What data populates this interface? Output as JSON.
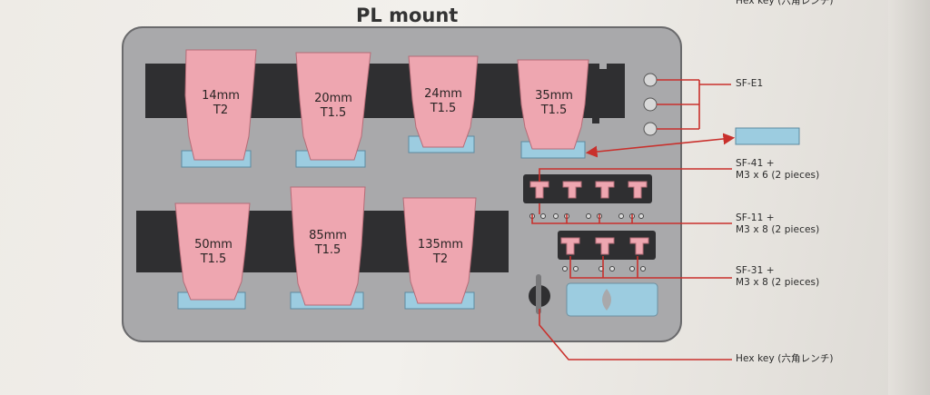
{
  "title": "PL mount",
  "top_right_label": "Hex key (六角レンチ)",
  "lenses_top": [
    {
      "focal": "14mm",
      "aperture": "T2"
    },
    {
      "focal": "20mm",
      "aperture": "T1.5"
    },
    {
      "focal": "24mm",
      "aperture": "T1.5"
    },
    {
      "focal": "35mm",
      "aperture": "T1.5"
    }
  ],
  "lenses_bottom": [
    {
      "focal": "50mm",
      "aperture": "T1.5"
    },
    {
      "focal": "85mm",
      "aperture": "T1.5"
    },
    {
      "focal": "135mm",
      "aperture": "T2"
    }
  ],
  "labels": {
    "sf_e1": "SF-E1",
    "sf41_line1": "SF-41 +",
    "sf41_line2": "M3 x 6 (2 pieces)",
    "sf11_line1": "SF-11 +",
    "sf11_line2": "M3 x 8 (2 pieces)",
    "sf31_line1": "SF-31 +",
    "sf31_line2": "M3 x 8 (2 pieces)",
    "hex_key": "Hex key (六角レンチ)"
  },
  "colors": {
    "lens": "#eea6b0",
    "spacer": "#9ccce0",
    "tray": "#a8a8aa",
    "slot": "#2e2e30",
    "leader": "#c9302c"
  }
}
